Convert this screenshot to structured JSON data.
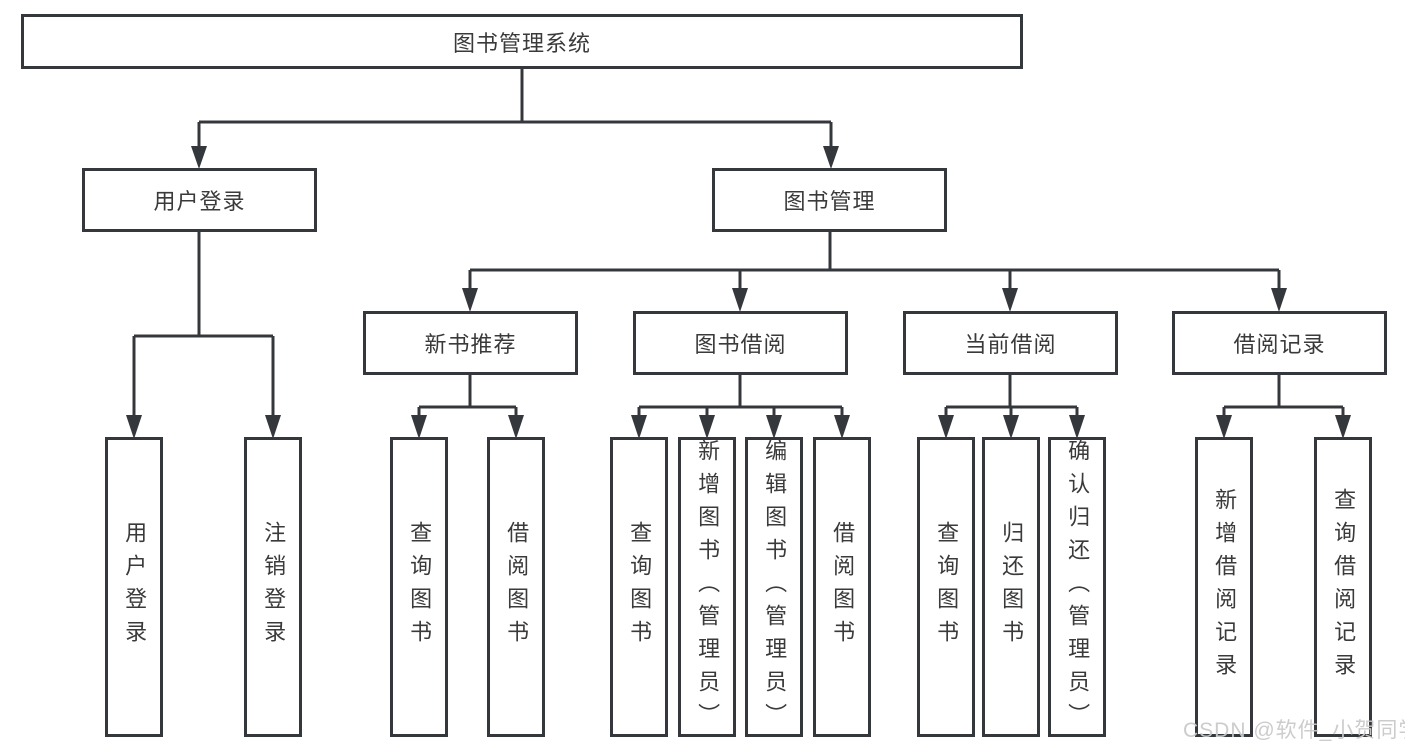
{
  "diagram": {
    "root": {
      "label": "图书管理系统"
    },
    "branches": [
      {
        "label": "用户登录",
        "children": [
          {
            "label": "用户登录"
          },
          {
            "label": "注销登录"
          }
        ]
      },
      {
        "label": "图书管理",
        "children": [
          {
            "label": "新书推荐",
            "children": [
              {
                "label": "查询图书"
              },
              {
                "label": "借阅图书"
              }
            ]
          },
          {
            "label": "图书借阅",
            "children": [
              {
                "label": "查询图书"
              },
              {
                "label": "新增图书（管理员）"
              },
              {
                "label": "编辑图书（管理员）"
              },
              {
                "label": "借阅图书"
              }
            ]
          },
          {
            "label": "当前借阅",
            "children": [
              {
                "label": "查询图书"
              },
              {
                "label": "归还图书"
              },
              {
                "label": "确认归还（管理员）"
              }
            ]
          },
          {
            "label": "借阅记录",
            "children": [
              {
                "label": "新增借阅记录"
              },
              {
                "label": "查询借阅记录"
              }
            ]
          }
        ]
      }
    ]
  },
  "watermark": {
    "text": "CSDN @软件_小贺同学"
  },
  "colors": {
    "line": "#34383c",
    "border": "#34383c",
    "text": "#3a3a3a",
    "background": "#ffffff",
    "watermark": "#c9c9c9"
  }
}
